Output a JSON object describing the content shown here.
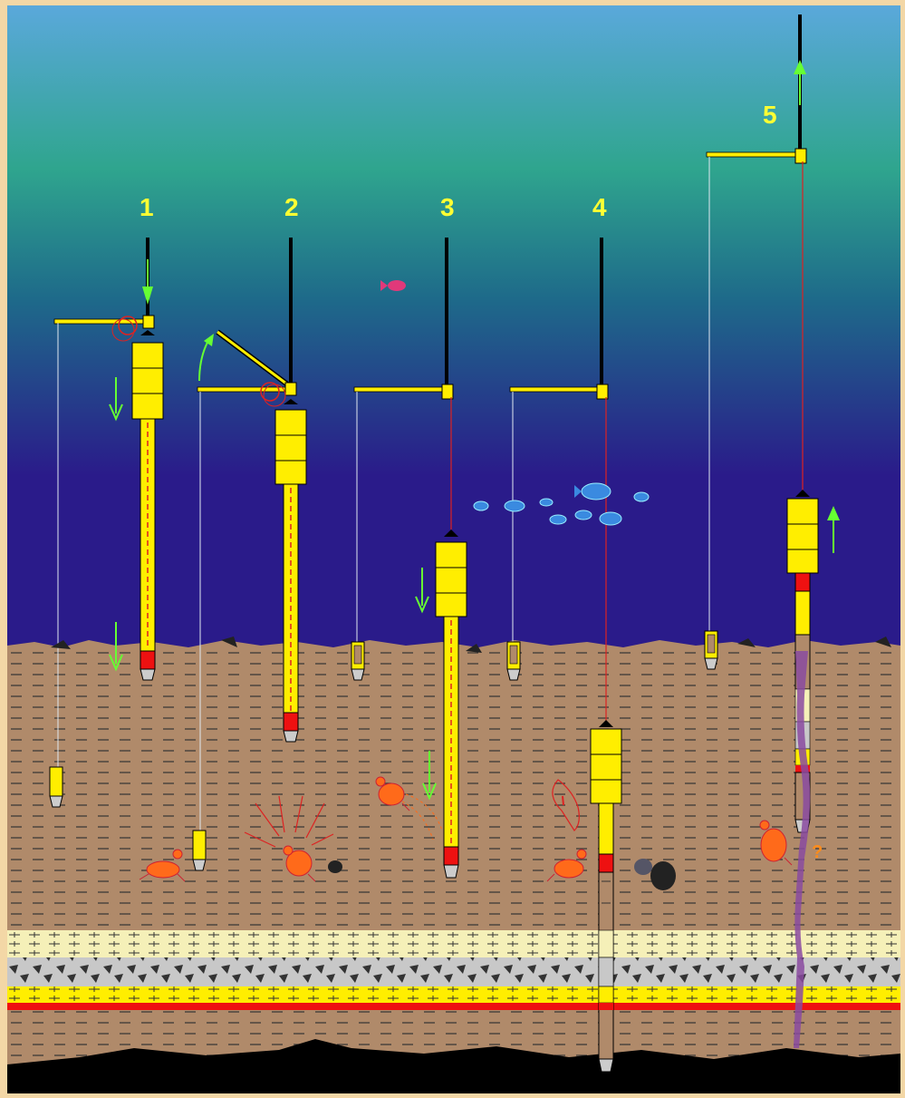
{
  "diagram": {
    "stages": [
      {
        "id": "1",
        "label": "1"
      },
      {
        "id": "2",
        "label": "2"
      },
      {
        "id": "3",
        "label": "3"
      },
      {
        "id": "4",
        "label": "4"
      },
      {
        "id": "5",
        "label": "5"
      }
    ],
    "uncertain_mark": "?"
  },
  "colors": {
    "water_top": "#5aa8db",
    "water_mid": "#2fa58e",
    "water_deep": "#2a1b8a",
    "corer_yellow": "#ffee00",
    "arrow_green": "#66ff33",
    "sediment_brown": "#b08a6a",
    "layer_cream": "#f5f0b8",
    "layer_gray": "#c8c8c8",
    "layer_yellow": "#ffee00",
    "layer_red": "#ee1111",
    "cable": "#000000",
    "pull_line": "#dd2222"
  },
  "icons": [
    "fish-icon",
    "crab-icon",
    "rock-icon",
    "arrow-down-icon",
    "arrow-up-icon"
  ]
}
